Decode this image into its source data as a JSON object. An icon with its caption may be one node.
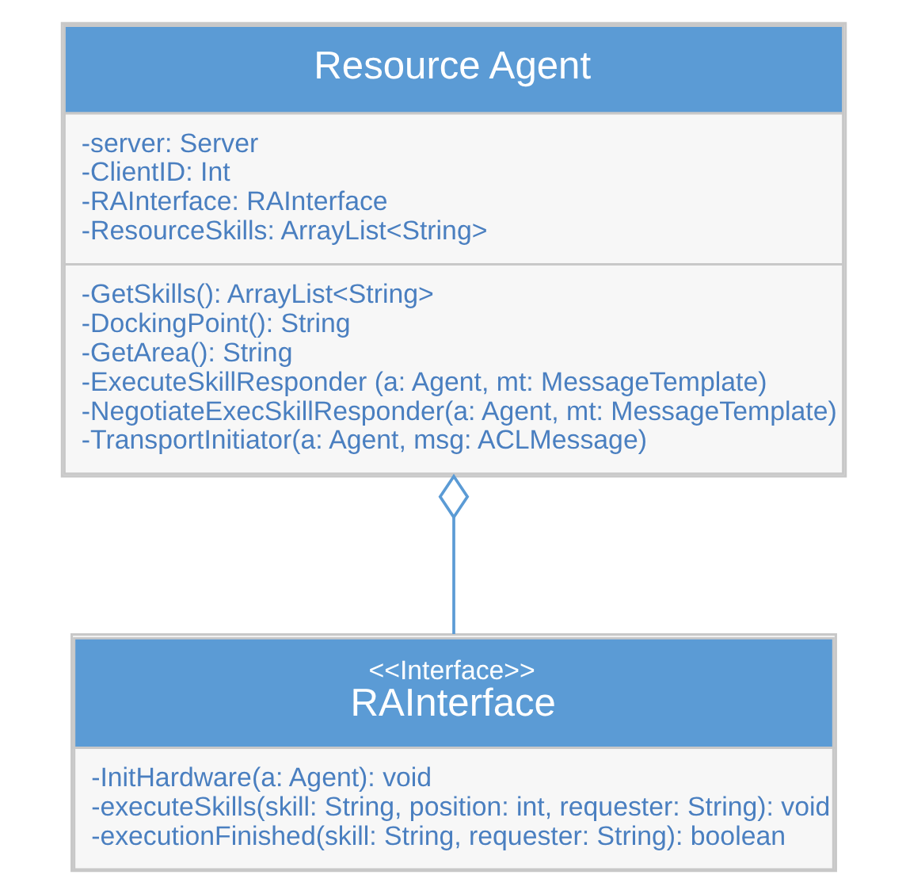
{
  "diagram": {
    "nodes": [
      {
        "text": [
          "Resource Agent",
          "-server: Server",
          "-ClientID: Int",
          "-RAInterface: RAInterface",
          "-ResourceSkills: ArrayList<String>",
          "-GetSkills(): ArrayList<String>",
          "-DockingPoint(): String",
          "-GetArea(): String",
          "-ExecuteSkillResponder (a: Agent, mt: MessageTemplate)",
          "-NegotiateExecSkillResponder(a: Agent, mt: MessageTemplate)",
          "-TransportInitiator(a: Agent, msg: ACLMessage)"
        ]
      },
      {
        "text": [
          "<<Interface>>",
          "RAInterface",
          "-InitHardware(a: Agent): void",
          "-executeSkills(skill: String, position: int, requester: String): void",
          "-executionFinished(skill: String, requester: String): boolean"
        ]
      }
    ],
    "edges": [
      {
        "from": 1,
        "to": 0,
        "arrow": "other"
      }
    ]
  }
}
